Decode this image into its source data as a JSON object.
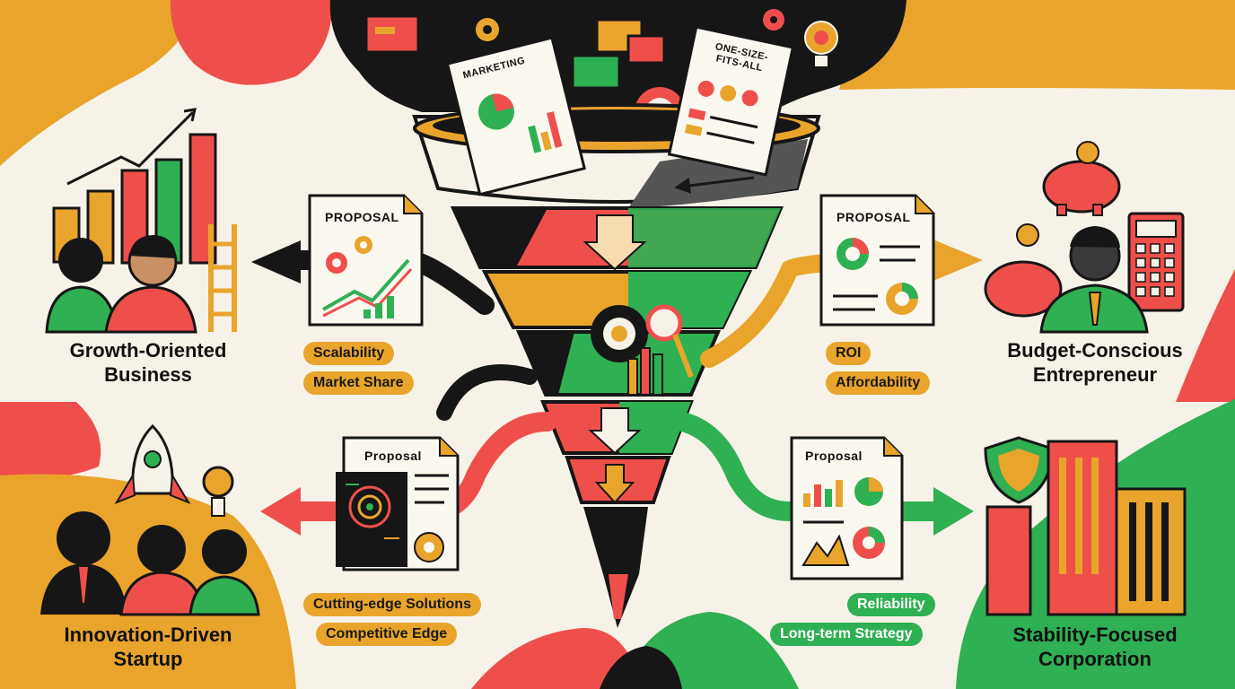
{
  "colors": {
    "orange": "#e9a42c",
    "red": "#ef4f4b",
    "green": "#2fb052",
    "black": "#161616",
    "cream": "#f6f2e8"
  },
  "funnel": {
    "top_docs": [
      "MARKETING",
      "ONE-SIZE-FITS-ALL"
    ],
    "icons": [
      "chat-bubble-icon",
      "gear-icon",
      "lightbulb-icon",
      "target-icon",
      "magnifier-icon",
      "ruler-icon",
      "bar-chart-icon"
    ]
  },
  "segments": [
    {
      "id": "growth",
      "label": "Growth-Oriented Business",
      "proposal_title": "PROPOSAL",
      "pills": [
        "Scalability",
        "Market Share"
      ],
      "pill_color": "orange",
      "icons": [
        "bar-chart-icon",
        "trend-arrow-icon",
        "ladder-icon",
        "person-icon"
      ]
    },
    {
      "id": "budget",
      "label": "Budget-Conscious Entrepreneur",
      "proposal_title": "PROPOSAL",
      "pills": [
        "ROI",
        "Affordability"
      ],
      "pill_color": "orange",
      "icons": [
        "piggy-bank-icon",
        "coin-icon",
        "calculator-icon",
        "person-icon"
      ]
    },
    {
      "id": "innovation",
      "label": "Innovation-Driven Startup",
      "proposal_title": "Proposal",
      "pills": [
        "Cutting-edge Solutions",
        "Competitive Edge"
      ],
      "pill_color": "orange",
      "icons": [
        "rocket-icon",
        "lightbulb-icon",
        "person-icon"
      ]
    },
    {
      "id": "stability",
      "label": "Stability-Focused Corporation",
      "proposal_title": "Proposal",
      "pills": [
        "Reliability",
        "Long-term Strategy"
      ],
      "pill_color": "green",
      "icons": [
        "shield-icon",
        "building-icon"
      ]
    }
  ]
}
